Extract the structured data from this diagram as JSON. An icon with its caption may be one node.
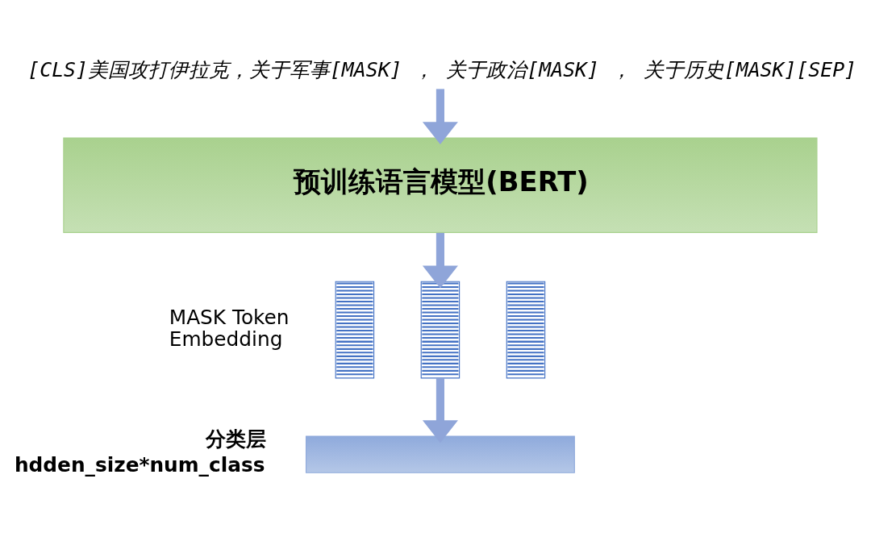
{
  "diagram": {
    "nodes": [
      {
        "text": [
          "[CLS]美国攻打伊拉克，关于军事[MASK] ， 关于政治[MASK] ， 关于历史[MASK][SEP]"
        ]
      },
      {
        "text": [
          "预训练语言模型(BERT)"
        ]
      },
      {
        "text": [],
        "shape": "bar",
        "beside": [
          "MASK Token Embedding"
        ]
      },
      {
        "text": [],
        "shape": "bar"
      },
      {
        "text": [],
        "shape": "bar"
      },
      {
        "text": [],
        "shape": "box",
        "beside": [
          "分类层",
          "hdden_size*num_class"
        ]
      }
    ],
    "edges": [
      {
        "from": 0,
        "to": 1,
        "arrow": "to"
      },
      {
        "from": 1,
        "to": 3,
        "arrow": "to"
      },
      {
        "from": 3,
        "to": 5,
        "arrow": "to"
      }
    ]
  }
}
